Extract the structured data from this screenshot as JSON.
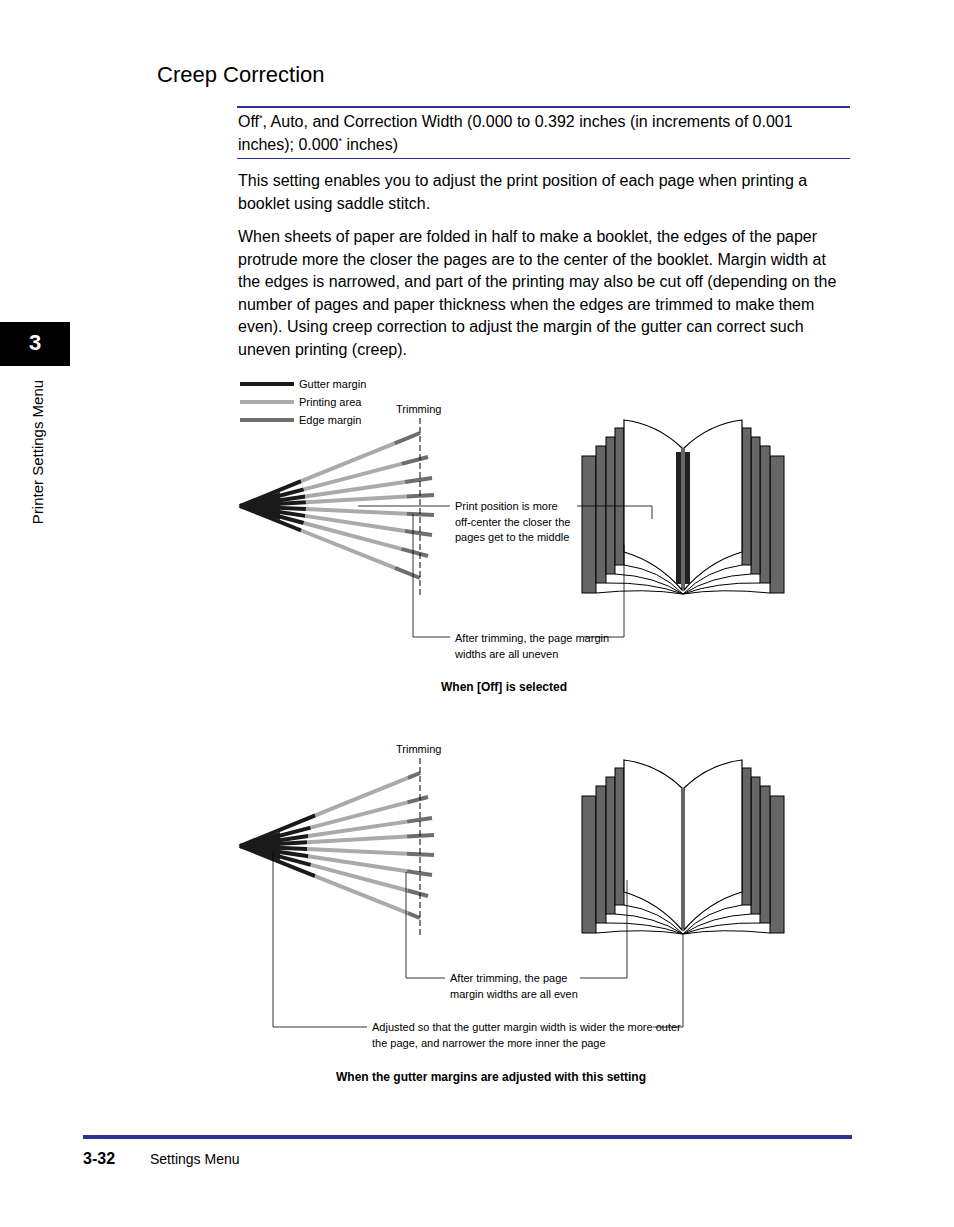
{
  "diagram": {
    "title": "Creep Correction",
    "labels": [
      "Off",
      "*",
      ", Auto, and Correction Width (0.000 to 0.392 inches (in increments of 0.001 inches); 0.000",
      "*",
      " inches)",
      "This setting enables you to adjust the print position of each page when printing a booklet using saddle stitch.",
      "When sheets of paper are folded in half to make a booklet, the edges of the paper protrude more the closer the pages are to the center of the booklet. Margin width at the edges is narrowed, and part of the printing may also be cut off (depending on the number of pages and paper thickness when the edges are trimmed to make them even). Using creep correction to adjust the margin of the gutter can correct such uneven printing (creep).",
      "Trimming",
      "Print position is more off-center the closer the pages get to the middle",
      "After trimming, the page margin widths are all uneven",
      "When [Off] is selected",
      "Trimming",
      "After trimming, the page margin widths are all even",
      "Adjusted so that the gutter margin width is wider the more outer the page, and narrower the more inner the page",
      "When the gutter margins are adjusted with this setting",
      "3",
      "Printer Settings Menu",
      "3-32",
      "Settings Menu"
    ],
    "legend": [
      {
        "text": "Gutter margin",
        "color": "#1a1a1a"
      },
      {
        "text": "Printing area",
        "color": "#aaaaaa"
      },
      {
        "text": "Edge margin",
        "color": "#6e6e6e"
      }
    ]
  }
}
